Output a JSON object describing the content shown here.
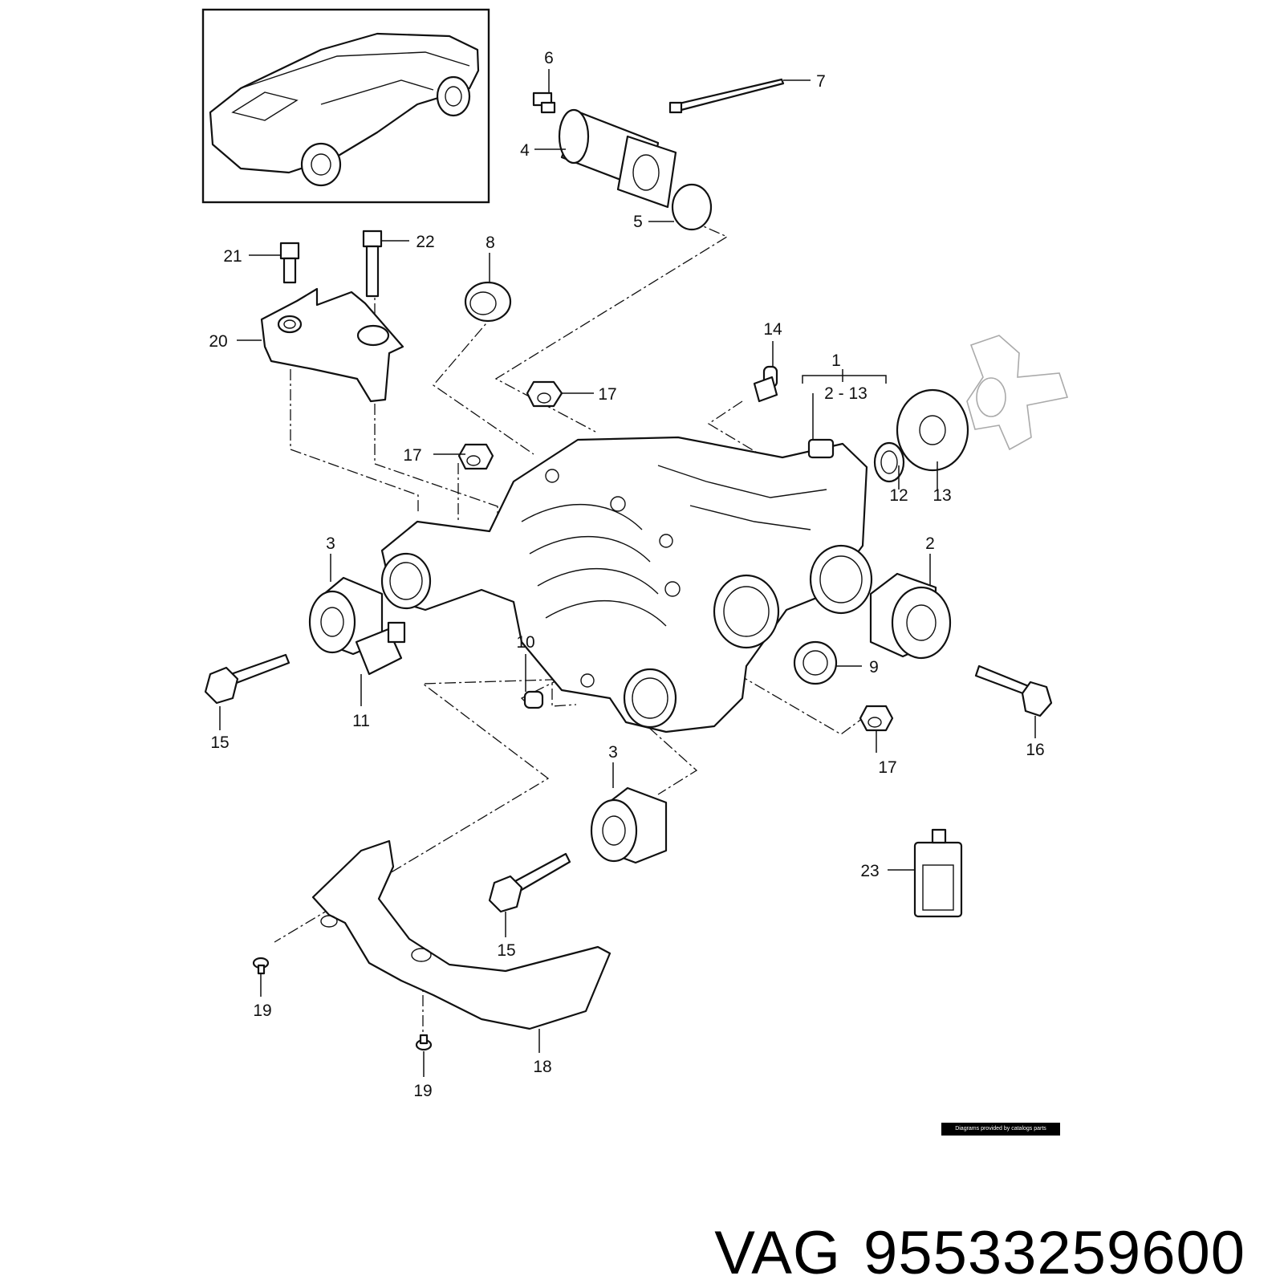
{
  "diagram": {
    "part_labels": [
      {
        "id": "1",
        "text": "1"
      },
      {
        "id": "range",
        "text": "2 - 13"
      },
      {
        "id": "2",
        "text": "2"
      },
      {
        "id": "3a",
        "text": "3"
      },
      {
        "id": "3b",
        "text": "3"
      },
      {
        "id": "4",
        "text": "4"
      },
      {
        "id": "5",
        "text": "5"
      },
      {
        "id": "6",
        "text": "6"
      },
      {
        "id": "7",
        "text": "7"
      },
      {
        "id": "8",
        "text": "8"
      },
      {
        "id": "9",
        "text": "9"
      },
      {
        "id": "10",
        "text": "10"
      },
      {
        "id": "11",
        "text": "11"
      },
      {
        "id": "12",
        "text": "12"
      },
      {
        "id": "13",
        "text": "13"
      },
      {
        "id": "14",
        "text": "14"
      },
      {
        "id": "15a",
        "text": "15"
      },
      {
        "id": "15b",
        "text": "15"
      },
      {
        "id": "16",
        "text": "16"
      },
      {
        "id": "17a",
        "text": "17"
      },
      {
        "id": "17b",
        "text": "17"
      },
      {
        "id": "17c",
        "text": "17"
      },
      {
        "id": "18",
        "text": "18"
      },
      {
        "id": "19a",
        "text": "19"
      },
      {
        "id": "19b",
        "text": "19"
      },
      {
        "id": "20",
        "text": "20"
      },
      {
        "id": "21",
        "text": "21"
      },
      {
        "id": "22",
        "text": "22"
      },
      {
        "id": "23",
        "text": "23"
      }
    ],
    "credit": "Diagrams provided by catalogs parts"
  },
  "caption": {
    "brand": "VAG",
    "part_number": "95533259600"
  }
}
